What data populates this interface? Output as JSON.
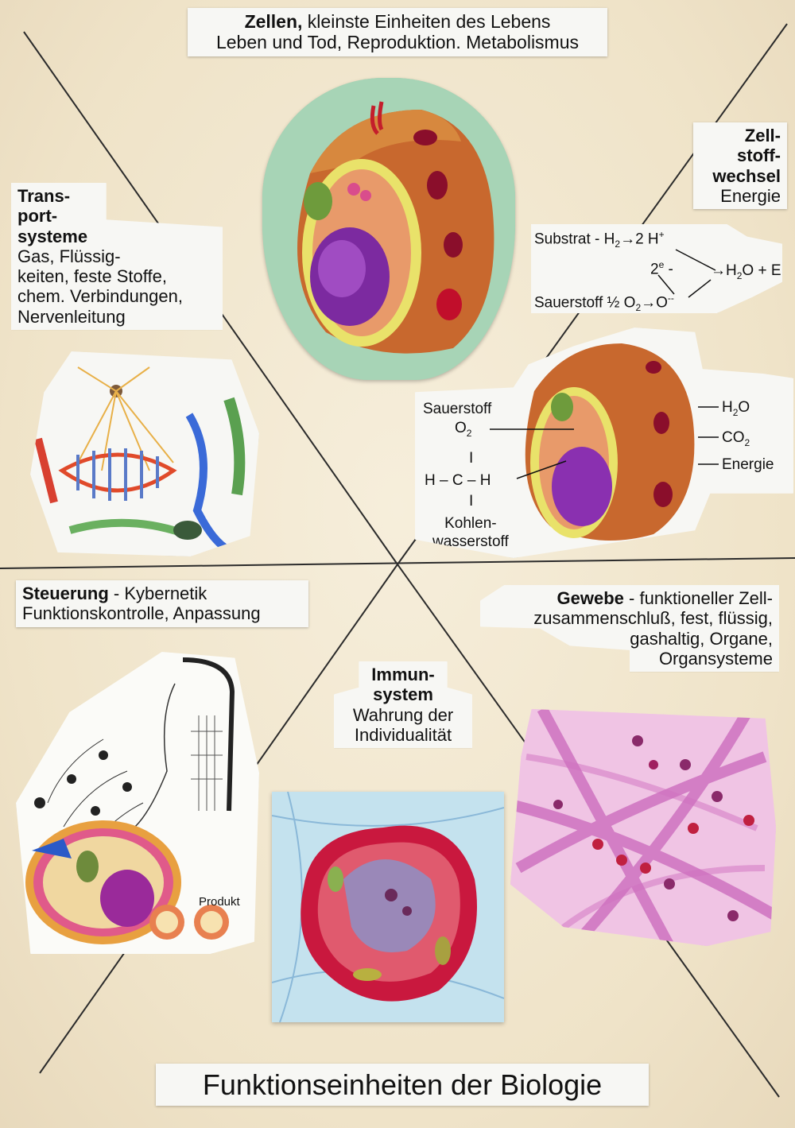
{
  "title": "Funktionseinheiten der Biologie",
  "colors": {
    "board": "#f0e5cb",
    "label_bg": "#f7f7f4",
    "divider": "#2b2b2b"
  },
  "cell_section": {
    "heading": "Zellen,",
    "line1_rest": " kleinste Einheiten des Lebens",
    "line2": "Leben und Tod, Reproduktion. Metabolismus"
  },
  "metabolism": {
    "heading_1": "Zell-",
    "heading_2": "stoff-",
    "heading_3": "wechsel",
    "subheading": "Energie",
    "substrat": "Substrat - H",
    "sub_2": "2",
    "arrow_2h": "→2 H",
    "plus": "+",
    "electrons": "2",
    "electron_sup": "e",
    "electron_dash": " -",
    "product": "→H",
    "product_sub": "2",
    "product_rest": "O + E",
    "oxygen": "Sauerstoff ½ O",
    "oxygen_sub": "2",
    "oxide": "→O",
    "oxide_sup": "--"
  },
  "respiration": {
    "oxygen_label": "Sauerstoff",
    "o2": "O",
    "o2_sub": "2",
    "bar_top": "I",
    "hch": "H – C – H",
    "bar_bottom": "I",
    "hydrocarbon_1": "Kohlen-",
    "hydrocarbon_2": "wasserstoff",
    "out_h2o": "H",
    "out_h2o_sub": "2",
    "out_h2o_rest": "O",
    "out_co2": "CO",
    "out_co2_sub": "2",
    "out_energy": "Energie"
  },
  "transport": {
    "heading_1": "Trans-",
    "heading_2": "port-",
    "heading_3": "systeme",
    "line1": "Gas, Flüssig-",
    "line2": "keiten, feste Stoffe,",
    "line3": "chem. Verbindungen,",
    "line4": "Nervenleitung"
  },
  "control": {
    "heading": "Steuerung",
    "rest": " - Kybernetik",
    "line2": "Funktionskontrolle, Anpassung",
    "product_label": "Produkt"
  },
  "immune": {
    "heading_1": "Immun-",
    "heading_2": "system",
    "line1": "Wahrung der",
    "line2": "Individualität"
  },
  "tissue": {
    "heading": "Gewebe",
    "rest": " - funktioneller Zell-",
    "line2": "zusammenschluß, fest, flüssig,",
    "line3": "gashaltig, Organe,",
    "line4": "Organsysteme"
  }
}
